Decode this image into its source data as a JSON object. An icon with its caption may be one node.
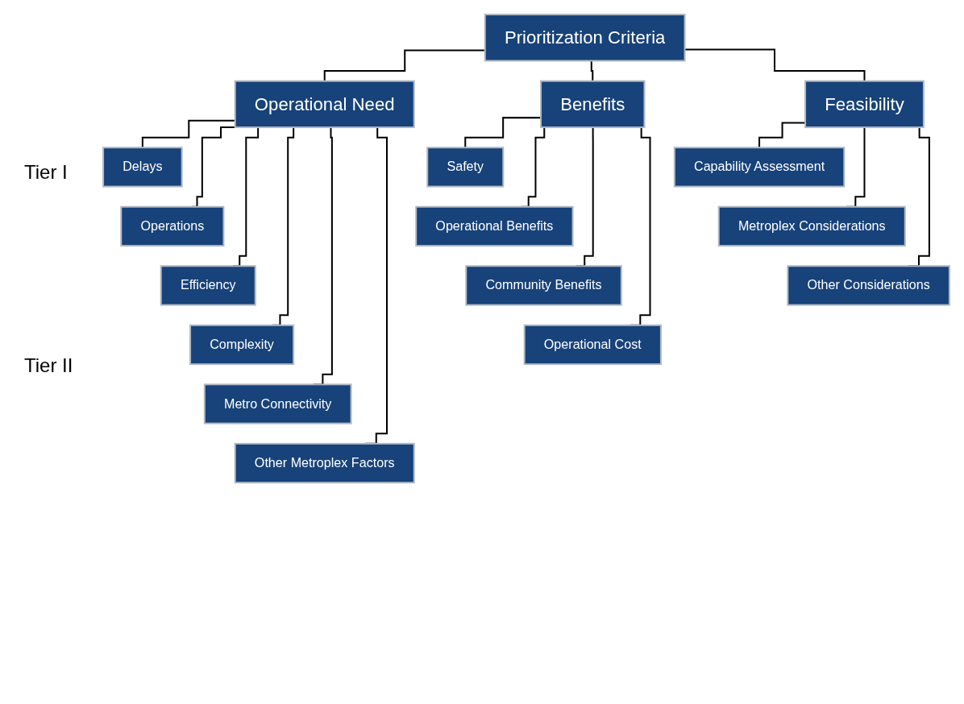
{
  "diagram": {
    "nodes": [
      {
        "text": [
          "Prioritization Criteria"
        ]
      },
      {
        "text": [
          "Operational Need"
        ]
      },
      {
        "text": [
          "Benefits"
        ]
      },
      {
        "text": [
          "Feasibility"
        ]
      },
      {
        "text": [
          "Delays"
        ]
      },
      {
        "text": [
          "Operations"
        ]
      },
      {
        "text": [
          "Efficiency"
        ]
      },
      {
        "text": [
          "Complexity"
        ]
      },
      {
        "text": [
          "Metro Connectivity"
        ]
      },
      {
        "text": [
          "Other Metroplex Factors"
        ]
      },
      {
        "text": [
          "Safety"
        ]
      },
      {
        "text": [
          "Operational Benefits"
        ]
      },
      {
        "text": [
          "Community Benefits"
        ]
      },
      {
        "text": [
          "Operational Cost"
        ]
      },
      {
        "text": [
          "Capability Assessment"
        ]
      },
      {
        "text": [
          "Metroplex Considerations"
        ]
      },
      {
        "text": [
          "Other Considerations"
        ]
      }
    ],
    "edges": [
      {
        "from": 0,
        "to": 1,
        "arrow": "none"
      },
      {
        "from": 0,
        "to": 2,
        "arrow": "none"
      },
      {
        "from": 0,
        "to": 3,
        "arrow": "none"
      },
      {
        "from": 1,
        "to": 4,
        "arrow": "none"
      },
      {
        "from": 1,
        "to": 5,
        "arrow": "none"
      },
      {
        "from": 1,
        "to": 6,
        "arrow": "none"
      },
      {
        "from": 1,
        "to": 7,
        "arrow": "none"
      },
      {
        "from": 1,
        "to": 8,
        "arrow": "none"
      },
      {
        "from": 1,
        "to": 9,
        "arrow": "none"
      },
      {
        "from": 2,
        "to": 10,
        "arrow": "none"
      },
      {
        "from": 2,
        "to": 11,
        "arrow": "none"
      },
      {
        "from": 2,
        "to": 12,
        "arrow": "none"
      },
      {
        "from": 2,
        "to": 13,
        "arrow": "none"
      },
      {
        "from": 3,
        "to": 14,
        "arrow": "none"
      },
      {
        "from": 3,
        "to": 15,
        "arrow": "none"
      },
      {
        "from": 3,
        "to": 16,
        "arrow": "none"
      }
    ],
    "labels": [
      "Tier I",
      "Tier II"
    ]
  }
}
